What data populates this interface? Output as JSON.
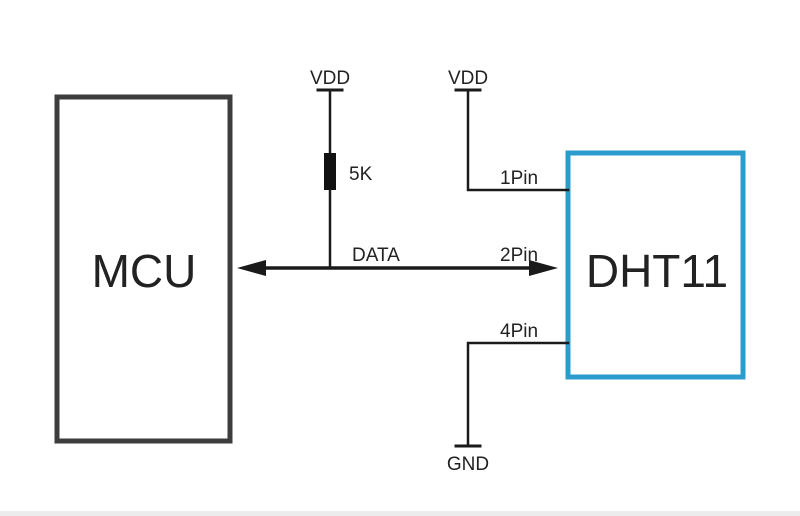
{
  "mcu": {
    "label": "MCU",
    "border_color": "#3d3d3d"
  },
  "sensor": {
    "label": "DHT11",
    "border_color": "#2b9ccc"
  },
  "power": {
    "vdd_left": "VDD",
    "vdd_right": "VDD",
    "gnd": "GND"
  },
  "resistor": {
    "value": "5K"
  },
  "bus": {
    "label": "DATA"
  },
  "pins": {
    "pin1": "1Pin",
    "pin2": "2Pin",
    "pin4": "4Pin"
  },
  "colors": {
    "wire": "#1a1a1a",
    "text": "#222222"
  }
}
